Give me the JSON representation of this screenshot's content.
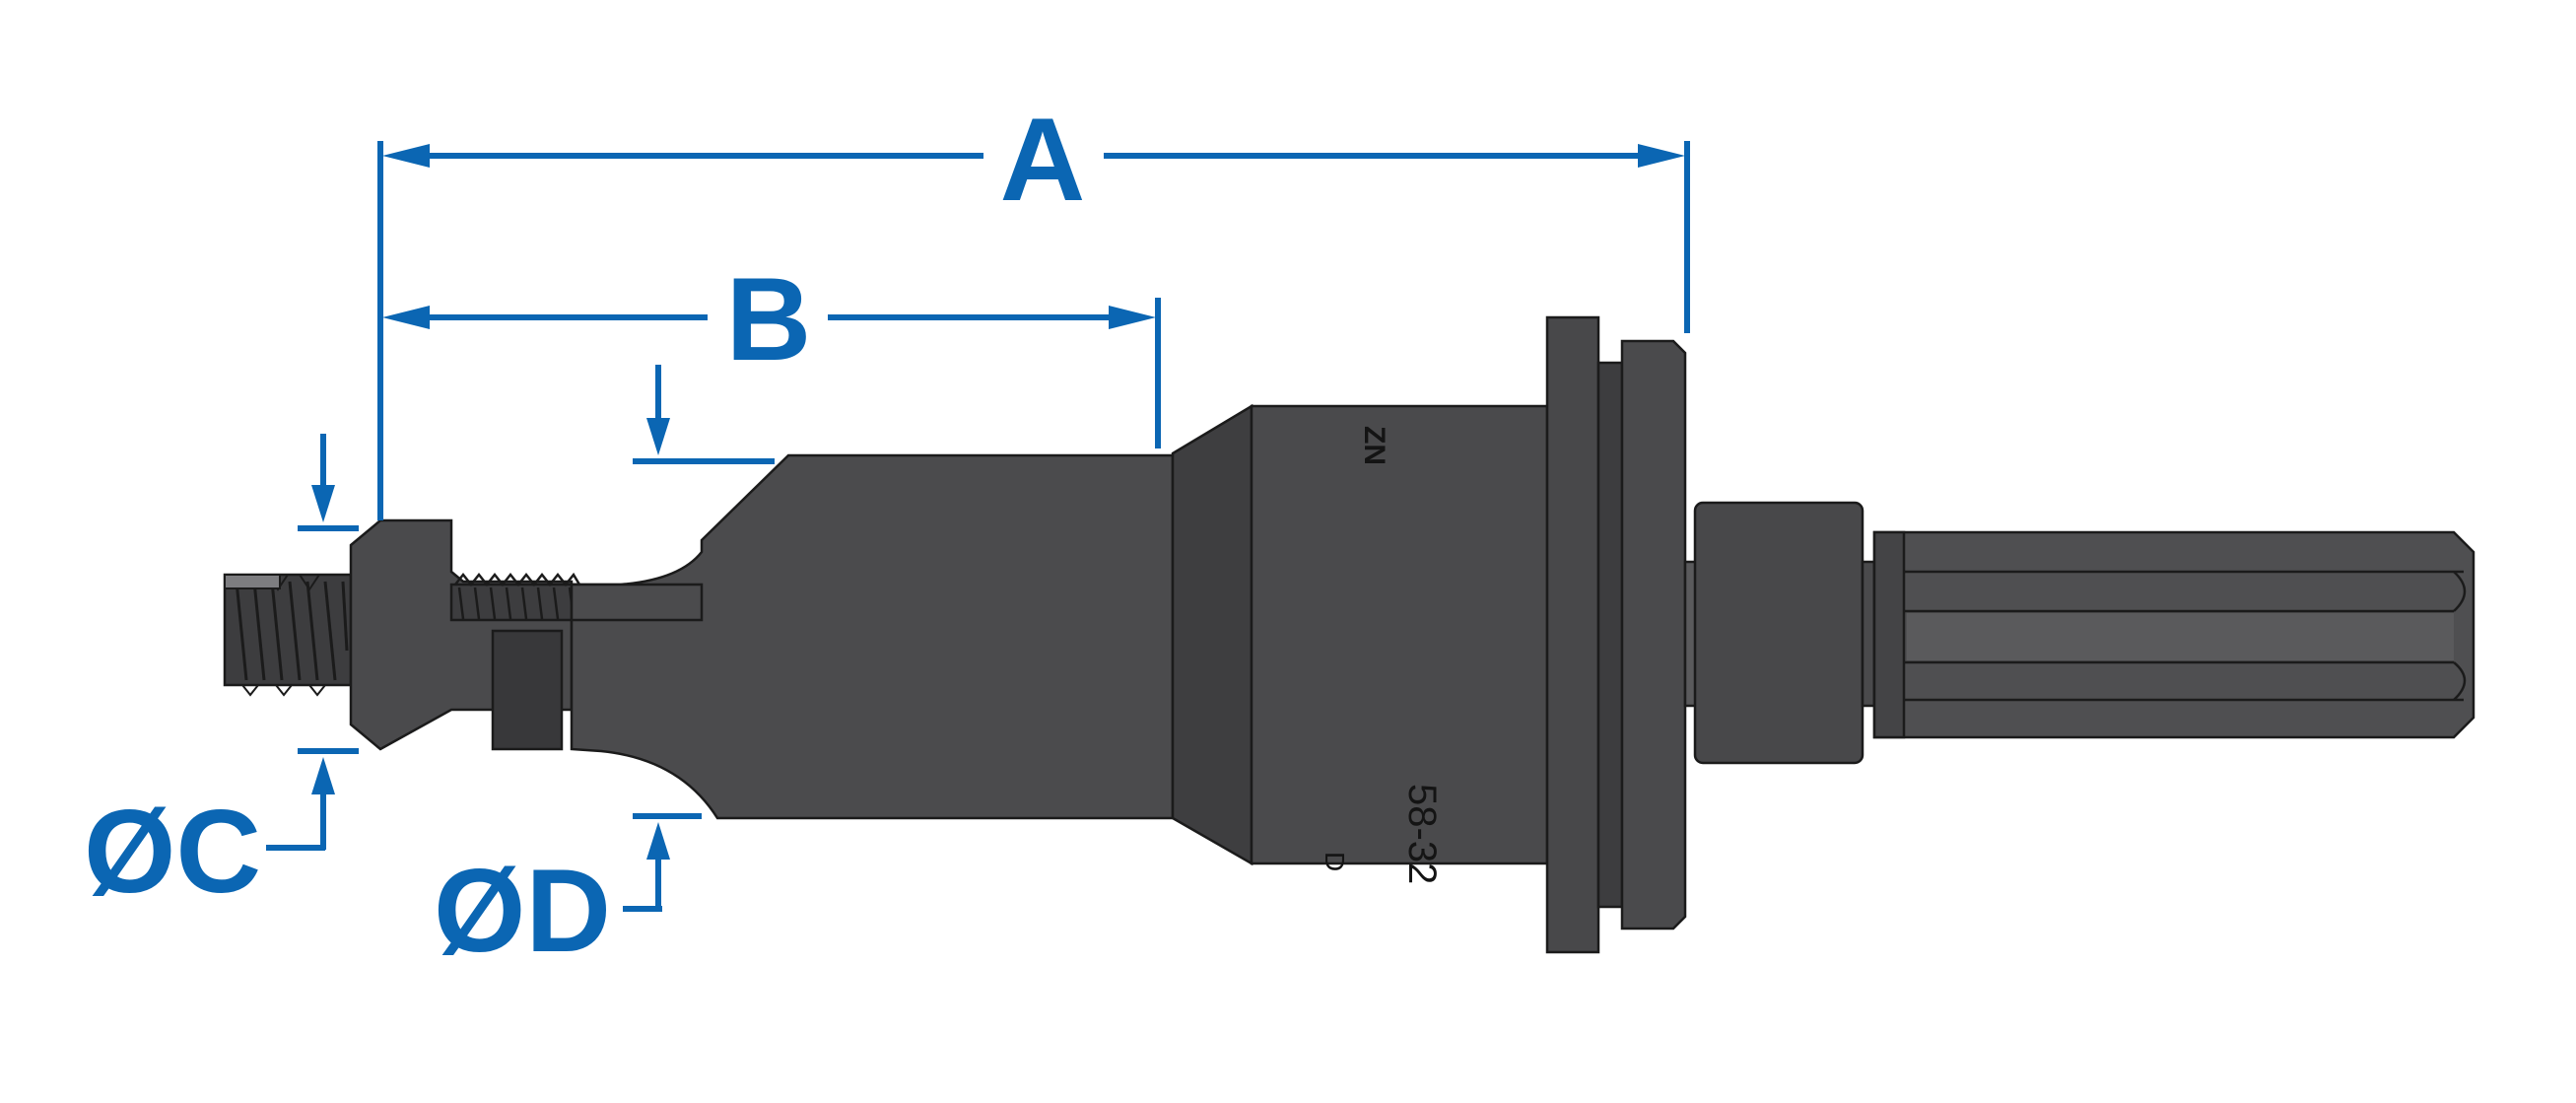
{
  "colors": {
    "dimension": "#0b66b3",
    "body": "#4a4a4c",
    "body_dark": "#3c3c3e",
    "body_light": "#5a5a5c",
    "outline": "#1b1b1b",
    "background": "#ffffff"
  },
  "dimensions": {
    "a": "A",
    "b": "B",
    "c": "ØC",
    "d": "ØD"
  },
  "markings": {
    "collar_marking": "ZN",
    "thread_size": "58-32",
    "small_mark": "D"
  }
}
